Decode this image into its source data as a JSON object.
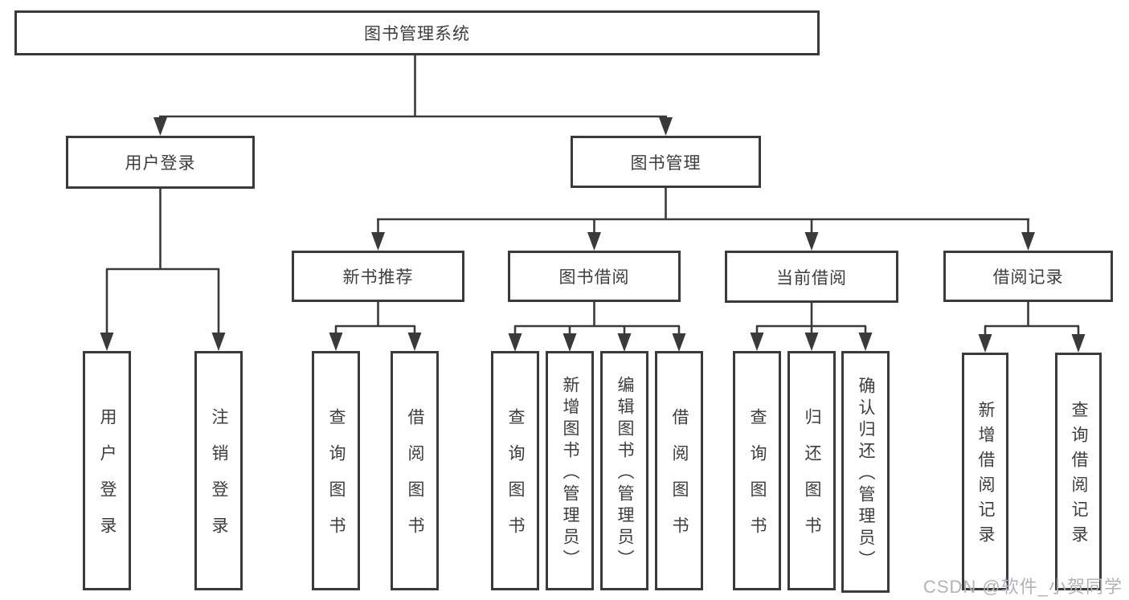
{
  "tree": {
    "label": "图书管理系统",
    "children": [
      {
        "label": "用户登录",
        "children": [
          {
            "label": "用户登录"
          },
          {
            "label": "注销登录"
          }
        ]
      },
      {
        "label": "图书管理",
        "children": [
          {
            "label": "新书推荐",
            "children": [
              {
                "label": "查询图书"
              },
              {
                "label": "借阅图书"
              }
            ]
          },
          {
            "label": "图书借阅",
            "children": [
              {
                "label": "查询图书"
              },
              {
                "label": "新增图书（管理员）"
              },
              {
                "label": "编辑图书（管理员）"
              },
              {
                "label": "借阅图书"
              }
            ]
          },
          {
            "label": "当前借阅",
            "children": [
              {
                "label": "查询图书"
              },
              {
                "label": "归还图书"
              },
              {
                "label": "确认归还（管理员）"
              }
            ]
          },
          {
            "label": "借阅记录",
            "children": [
              {
                "label": "新增借阅记录"
              },
              {
                "label": "查询借阅记录"
              }
            ]
          }
        ]
      }
    ]
  },
  "watermark": "CSDN @软件_小贺同学",
  "colors": {
    "line": "#3a3a3a",
    "box_border": "#3a3a3a",
    "text": "#3d3d3d",
    "background": "#ffffff",
    "watermark": "#b3b3b6"
  }
}
